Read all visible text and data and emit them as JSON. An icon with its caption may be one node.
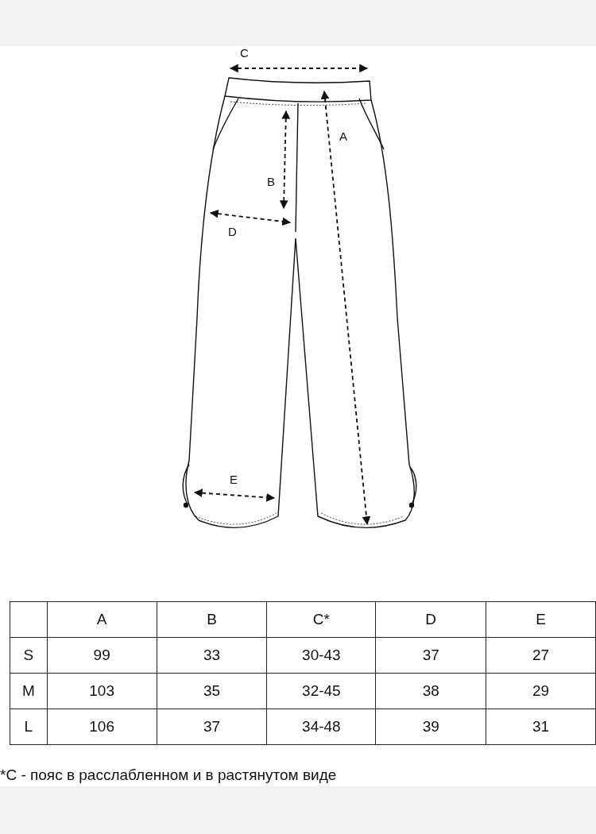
{
  "diagram": {
    "labels": [
      "C",
      "A",
      "B",
      "D",
      "E",
      "A",
      "B",
      "C*",
      "D",
      "E",
      "S",
      "99",
      "33",
      "30-43",
      "37",
      "27",
      "M",
      "103",
      "35",
      "32-45",
      "38",
      "29",
      "L",
      "106",
      "37",
      "34-48",
      "39",
      "31",
      "*С - пояс в расслабленном и в растянутом виде"
    ]
  }
}
